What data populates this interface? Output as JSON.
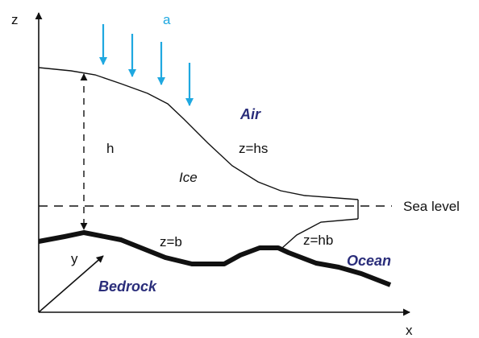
{
  "labels": {
    "z_axis": "z",
    "x_axis": "x",
    "y_axis": "y",
    "accumulation": "a",
    "air": "Air",
    "ice": "Ice",
    "ocean": "Ocean",
    "bedrock": "Bedrock",
    "surface": "z=hs",
    "base": "z=b",
    "ice_base": "z=hb",
    "thickness": "h",
    "sea_level": "Sea level"
  },
  "colors": {
    "accumulation_arrows": "#1fa8e0",
    "region_labels": "#2a2d7a",
    "lines": "#111111"
  }
}
